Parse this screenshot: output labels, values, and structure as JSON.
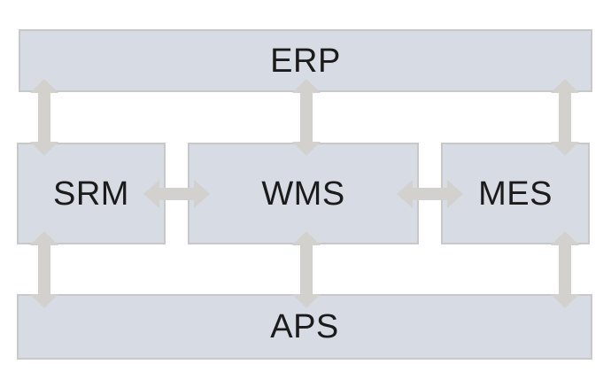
{
  "diagram": {
    "type": "block-diagram",
    "background": "#ffffff",
    "nodes": {
      "erp": {
        "label": "ERP"
      },
      "srm": {
        "label": "SRM"
      },
      "wms": {
        "label": "WMS"
      },
      "mes": {
        "label": "MES"
      },
      "aps": {
        "label": "APS"
      }
    },
    "connectors": [
      {
        "from": "ERP",
        "to": "SRM",
        "style": "double-headed-arrow",
        "orientation": "vertical"
      },
      {
        "from": "ERP",
        "to": "WMS",
        "style": "double-headed-arrow",
        "orientation": "vertical"
      },
      {
        "from": "ERP",
        "to": "MES",
        "style": "double-headed-arrow",
        "orientation": "vertical"
      },
      {
        "from": "SRM",
        "to": "WMS",
        "style": "double-headed-arrow",
        "orientation": "horizontal"
      },
      {
        "from": "WMS",
        "to": "MES",
        "style": "double-headed-arrow",
        "orientation": "horizontal"
      },
      {
        "from": "SRM",
        "to": "APS",
        "style": "double-headed-arrow",
        "orientation": "vertical"
      },
      {
        "from": "WMS",
        "to": "APS",
        "style": "double-headed-arrow",
        "orientation": "vertical"
      },
      {
        "from": "MES",
        "to": "APS",
        "style": "double-headed-arrow",
        "orientation": "vertical"
      }
    ],
    "colors": {
      "node_fill": "#d6dbe4",
      "node_border": "#c8c8c8",
      "arrow_fill": "#d3d1cd",
      "label_text": "#1b1b1b"
    }
  }
}
